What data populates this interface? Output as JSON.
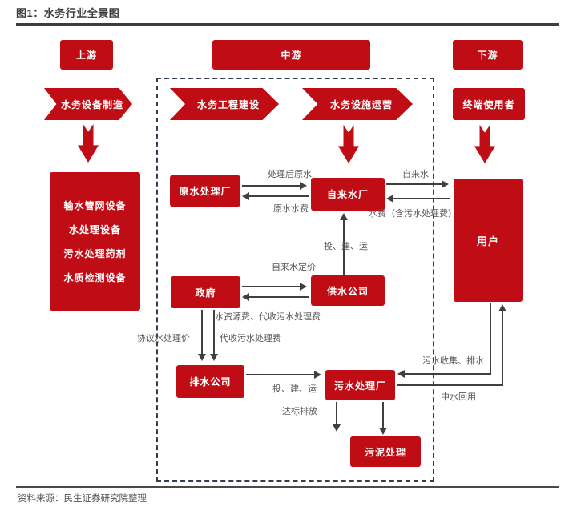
{
  "title": "图1：水务行业全景图",
  "source": "资料来源：民生证券研究院整理",
  "colors": {
    "brand_red": "#c00d15",
    "connector_line": "#3f3f3f",
    "dashed_border": "#333f4e",
    "label_text": "#595959",
    "title_text": "#3d3d3d"
  },
  "stages": {
    "upstream": "上游",
    "midstream": "中游",
    "downstream": "下游"
  },
  "chevrons": {
    "equipment_manufacturing": "水务设备制造",
    "engineering_construction": "水务工程建设",
    "facility_operation": "水务设施运营"
  },
  "nodes": {
    "end_user": "终端使用者",
    "upstream_equipment": {
      "items": [
        "输水管网设备",
        "水处理设备",
        "污水处理药剂",
        "水质检测设备"
      ]
    },
    "raw_water_plant": "原水处理厂",
    "tap_water_plant": "自来水厂",
    "government": "政府",
    "water_supply_company": "供水公司",
    "drainage_company": "排水公司",
    "sewage_treatment_plant": "污水处理厂",
    "sludge_treatment": "污泥处理",
    "user": "用户"
  },
  "edge_labels": {
    "treated_raw_water": "处理后原水",
    "raw_water_fee": "原水水费",
    "tap_water": "自来水",
    "water_fee_incl_sewage": "水费（含污水处理费）",
    "invest_build_operate_supply": "投、建、运",
    "tap_water_pricing": "自来水定价",
    "water_resource_fee": "水资源费、代收污水处理费",
    "agreement_water_treatment_price": "协议水处理价",
    "collected_sewage_fee": "代收污水处理费",
    "invest_build_operate_drainage": "投、建、运",
    "standard_discharge": "达标排放",
    "sewage_collection_drainage": "污水收集、排水",
    "reclaimed_water_reuse": "中水回用"
  }
}
